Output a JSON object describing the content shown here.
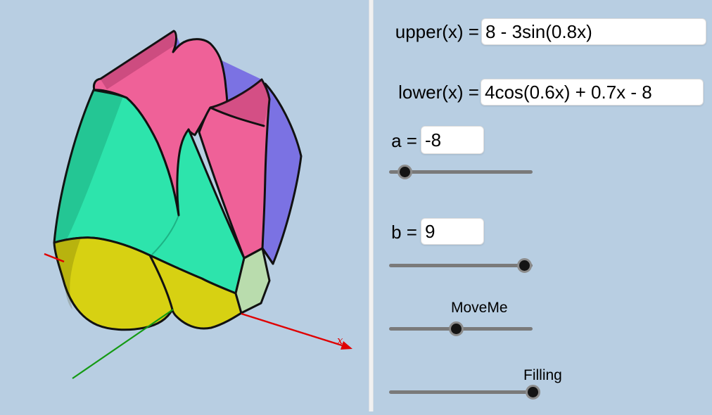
{
  "app": {
    "background": "#b8cee2",
    "divider_color": "#f1f1f1"
  },
  "graphics3d": {
    "axis_x_label": "x",
    "colors": {
      "background": "#b8cee2",
      "pink": "#ef6198",
      "teal": "#2de4ac",
      "purple": "#7b72e3",
      "yellow": "#d7d112",
      "light_green": "#b9dcad",
      "outline": "#111111",
      "axis_red": "#e00000",
      "axis_green": "#149a14"
    }
  },
  "controls": {
    "upper": {
      "label": "upper(x) =",
      "value": "8 - 3sin(0.8x)"
    },
    "lower": {
      "label": "lower(x) =",
      "value": "4cos(0.6x) + 0.7x - 8"
    },
    "a": {
      "label": "a =",
      "value": "-8",
      "slider_fraction": 0.108
    },
    "b": {
      "label": "b =",
      "value": "9",
      "slider_fraction": 0.946
    },
    "moveme": {
      "label": "MoveMe",
      "slider_fraction": 0.466
    },
    "filling": {
      "label": "Filling",
      "slider_fraction": 1.0
    }
  }
}
